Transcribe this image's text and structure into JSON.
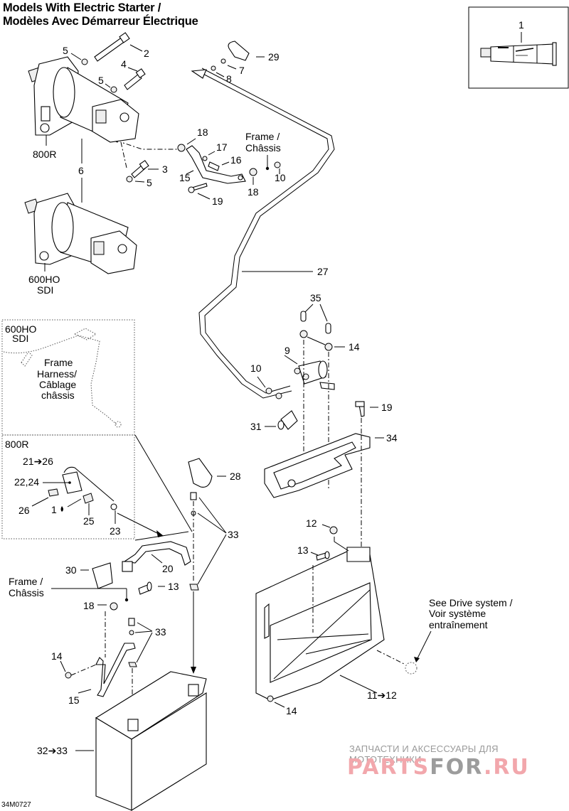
{
  "title": {
    "line1": "Models With Electric Starter /",
    "line2": "Modèles Avec Démarreur Électrique"
  },
  "variants": {
    "v800r": "800R",
    "v600ho_1": "600HO",
    "v600ho_2": "SDI"
  },
  "inset_boxes": {
    "harness_600": {
      "title1": "600HO",
      "title2": "SDI",
      "text1": "Frame",
      "text2": "Harness/",
      "text3": "Câblage",
      "text4": "châssis"
    },
    "harness_800": {
      "title": "800R"
    }
  },
  "notes": {
    "frame_top_1": "Frame /",
    "frame_top_2": "Châssis",
    "frame_bot_1": "Frame /",
    "frame_bot_2": "Châssis",
    "drive_1": "See Drive system /",
    "drive_2": "Voir système",
    "drive_3": "entraînement"
  },
  "callouts": {
    "c1": "1",
    "c2": "2",
    "c3": "3",
    "c4": "4",
    "c5a": "5",
    "c5b": "5",
    "c5c": "5",
    "c6": "6",
    "c7": "7",
    "c8": "8",
    "c9": "9",
    "c10a": "10",
    "c10b": "10",
    "c11": "11➔12",
    "c12": "12",
    "c13a": "13",
    "c13b": "13",
    "c14a": "14",
    "c14b": "14",
    "c14c": "14",
    "c15a": "15",
    "c15b": "15",
    "c16": "16",
    "c17": "17",
    "c18a": "18",
    "c18b": "18",
    "c18c": "18",
    "c19a": "19",
    "c19b": "19",
    "c20": "20",
    "c21": "21➔26",
    "c22": "22,24",
    "c23": "23",
    "c25": "25",
    "c26": "26",
    "c1drop": "1",
    "c27": "27",
    "c28": "28",
    "c29": "29",
    "c30": "30",
    "c31": "31",
    "c32": "32➔33",
    "c33a": "33",
    "c33b": "33",
    "c34": "34",
    "c35": "35"
  },
  "watermark": {
    "tagline": "ЗАПЧАСТИ И АКСЕССУАРЫ ДЛЯ МОТОТЕХНИКИ",
    "brand_part1": "PARTS",
    "brand_part2": "FOR",
    "brand_part3": ".RU",
    "color_red": "#f2a7ac",
    "color_grey": "#9c9c9c"
  },
  "diagram_code": "34M0727"
}
